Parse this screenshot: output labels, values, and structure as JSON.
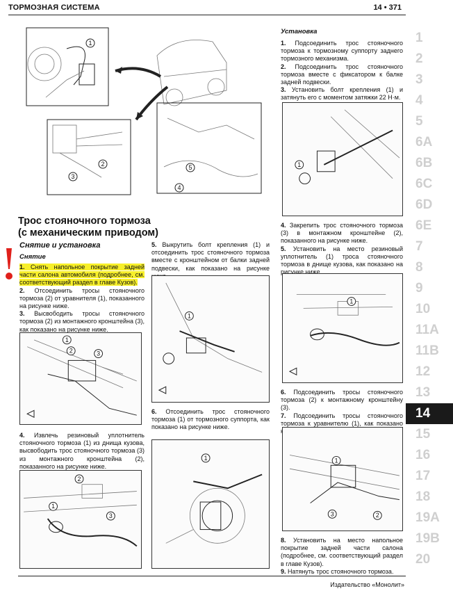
{
  "header": {
    "section": "ТОРМОЗНАЯ СИСТЕМА",
    "page": "14 • 371"
  },
  "tabs": [
    "1",
    "2",
    "3",
    "4",
    "5",
    "6A",
    "6B",
    "6C",
    "6D",
    "6E",
    "7",
    "8",
    "9",
    "10",
    "11A",
    "11B",
    "12",
    "13",
    "14",
    "15",
    "16",
    "17",
    "18",
    "19A",
    "19B",
    "20"
  ],
  "active_tab": "14",
  "title_line1": "Трос стояночного тормоза",
  "title_line2": "(с механическим приводом)",
  "subtitle": "Снятие и установка",
  "removal_heading": "Снятие",
  "install_heading": "Установка",
  "steps": {
    "s1": "Снять напольное покрытие задней части салона автомобиля (подробнее, см. соответствующий раздел в главе Кузов).",
    "s2": "Отсоединить тросы стояночного тормоза (2) от уравнителя (1), показанного на рисунке ниже.",
    "s3": "Высвободить тросы стояночного тормоза (2) из монтажного кронштейна (3), как показано на рисунке ниже.",
    "s4": "Извлечь резиновый уплотнитель стояночного тормоза (1) из днища кузова, высвободить трос стояночного тормоза (3) из монтажного кронштейна (2), показанного на рисунке ниже.",
    "s5": "Выкрутить болт крепления (1) и отсоединить трос стояночного тормоза вместе с кронштейном от балки задней подвески, как показано на рисунке ниже.",
    "s6": "Отсоединить трос стояночного тормоза (1) от тормозного суппорта, как показано на рисунке ниже.",
    "i1": "Подсоединить трос стояночного тормоза к тормозному суппорту заднего тормозного механизма.",
    "i2": "Подсоединить трос стояночного тормоза вместе с фиксатором к балке задней подвески.",
    "i3": "Установить болт крепления (1) и затянуть его с моментом затяжки 22 Н·м.",
    "i4": "Закрепить трос стояночного тормоза (3) в монтажном кронштейне (2), показанного на рисунке ниже.",
    "i5": "Установить на место резиновый уплотнитель (1) троса стояночного тормоза в днище кузова, как показано на рисунке ниже.",
    "i6": "Подсоединить тросы стояночного тормоза (2) к монтажному кронштейну (3).",
    "i7": "Подсоединить тросы стояночного тормоза к уравнителю (1), как показано на рисунке ниже.",
    "i8": "Установить на место напольное покрытие задней части салона (подробнее, см. соответствующий раздел в главе Кузов).",
    "i9": "Натянуть трос стояночного тормоза."
  },
  "step_numbers": {
    "s1": "1.",
    "s2": "2.",
    "s3": "3.",
    "s4": "4.",
    "s5": "5.",
    "s6": "6.",
    "i1": "1.",
    "i2": "2.",
    "i3": "3.",
    "i4": "4.",
    "i5": "5.",
    "i6": "6.",
    "i7": "7.",
    "i8": "8.",
    "i9": "9."
  },
  "callouts": [
    "1",
    "2",
    "3",
    "4",
    "5"
  ],
  "footer": "Издательство «Монолит»",
  "colors": {
    "highlight": "#f7ef2a",
    "warning": "#e0201b",
    "tab_inactive": "#cfcfcf",
    "tab_active_bg": "#1a1a1a"
  }
}
